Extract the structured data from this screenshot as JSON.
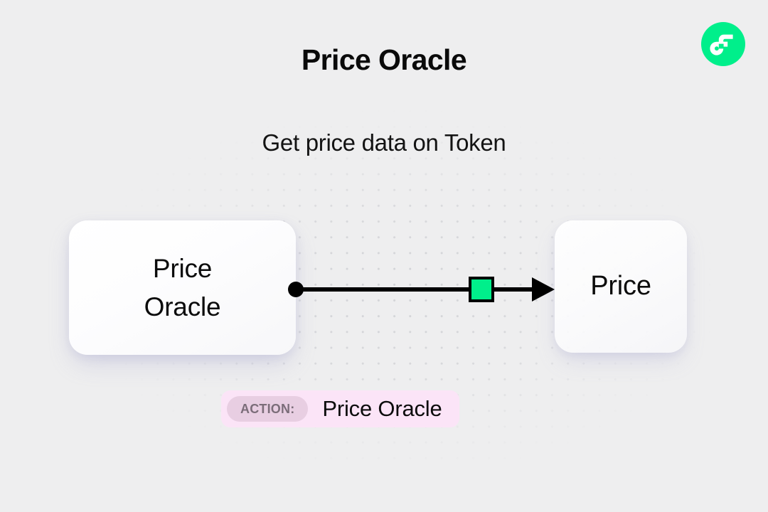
{
  "header": {
    "title": "Price Oracle",
    "subtitle": "Get price data on Token"
  },
  "brand": {
    "logo_name": "flow-logo-icon",
    "circle_color": "#00ef8b",
    "mark_color": "#ffffff"
  },
  "diagram": {
    "source_node": {
      "label": "Price\nOracle",
      "output_port_name": "output-port-dot",
      "output_port_color": "#000000"
    },
    "target_node": {
      "label": "Price"
    },
    "edge": {
      "color": "#000000",
      "marker_label": "edge-marker-square",
      "marker_color": "#00ef8b",
      "marker_border_color": "#000000"
    }
  },
  "action_badge": {
    "key": "ACTION:",
    "value": "Price Oracle",
    "background": "#fbe4f7",
    "key_background": "#e8cee2",
    "key_text_color": "#7b6d79"
  }
}
